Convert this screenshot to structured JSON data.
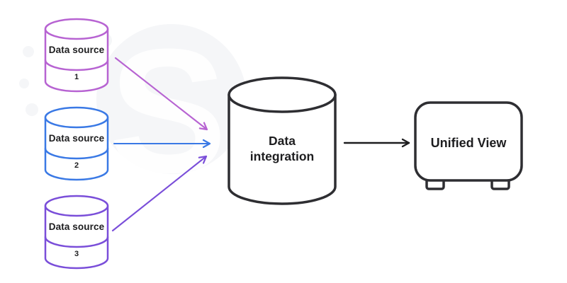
{
  "diagram": {
    "watermark": {
      "letter": "S"
    },
    "sources": [
      {
        "label": "Data source",
        "number": "1",
        "color": "#b763d2"
      },
      {
        "label": "Data source",
        "number": "2",
        "color": "#3a79e5"
      },
      {
        "label": "Data source",
        "number": "3",
        "color": "#7a4ed9"
      }
    ],
    "integration": {
      "line1": "Data",
      "line2": "integration",
      "color": "#2e2e32"
    },
    "unified_view": {
      "label": "Unified View",
      "color": "#2e2e32"
    },
    "arrow_color": "#1d1d1f",
    "text_color": "#1d1d1f"
  }
}
